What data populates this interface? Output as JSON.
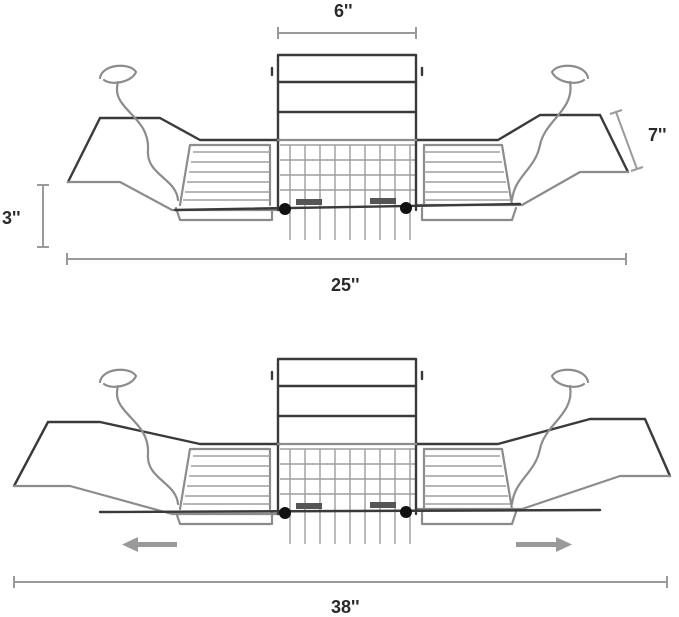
{
  "product": {
    "description_image": "bathtub-caddy-extendable",
    "colors": {
      "chrome": "#8c8c8c",
      "dark": "#3a3a3a",
      "dimension": "#9a9a9a",
      "text": "#2b2b2b"
    }
  },
  "dimensions": {
    "book_rest_width": "6''",
    "height_left": "3''",
    "height_right": "7''",
    "length_retracted": "25''",
    "length_extended": "38''"
  }
}
